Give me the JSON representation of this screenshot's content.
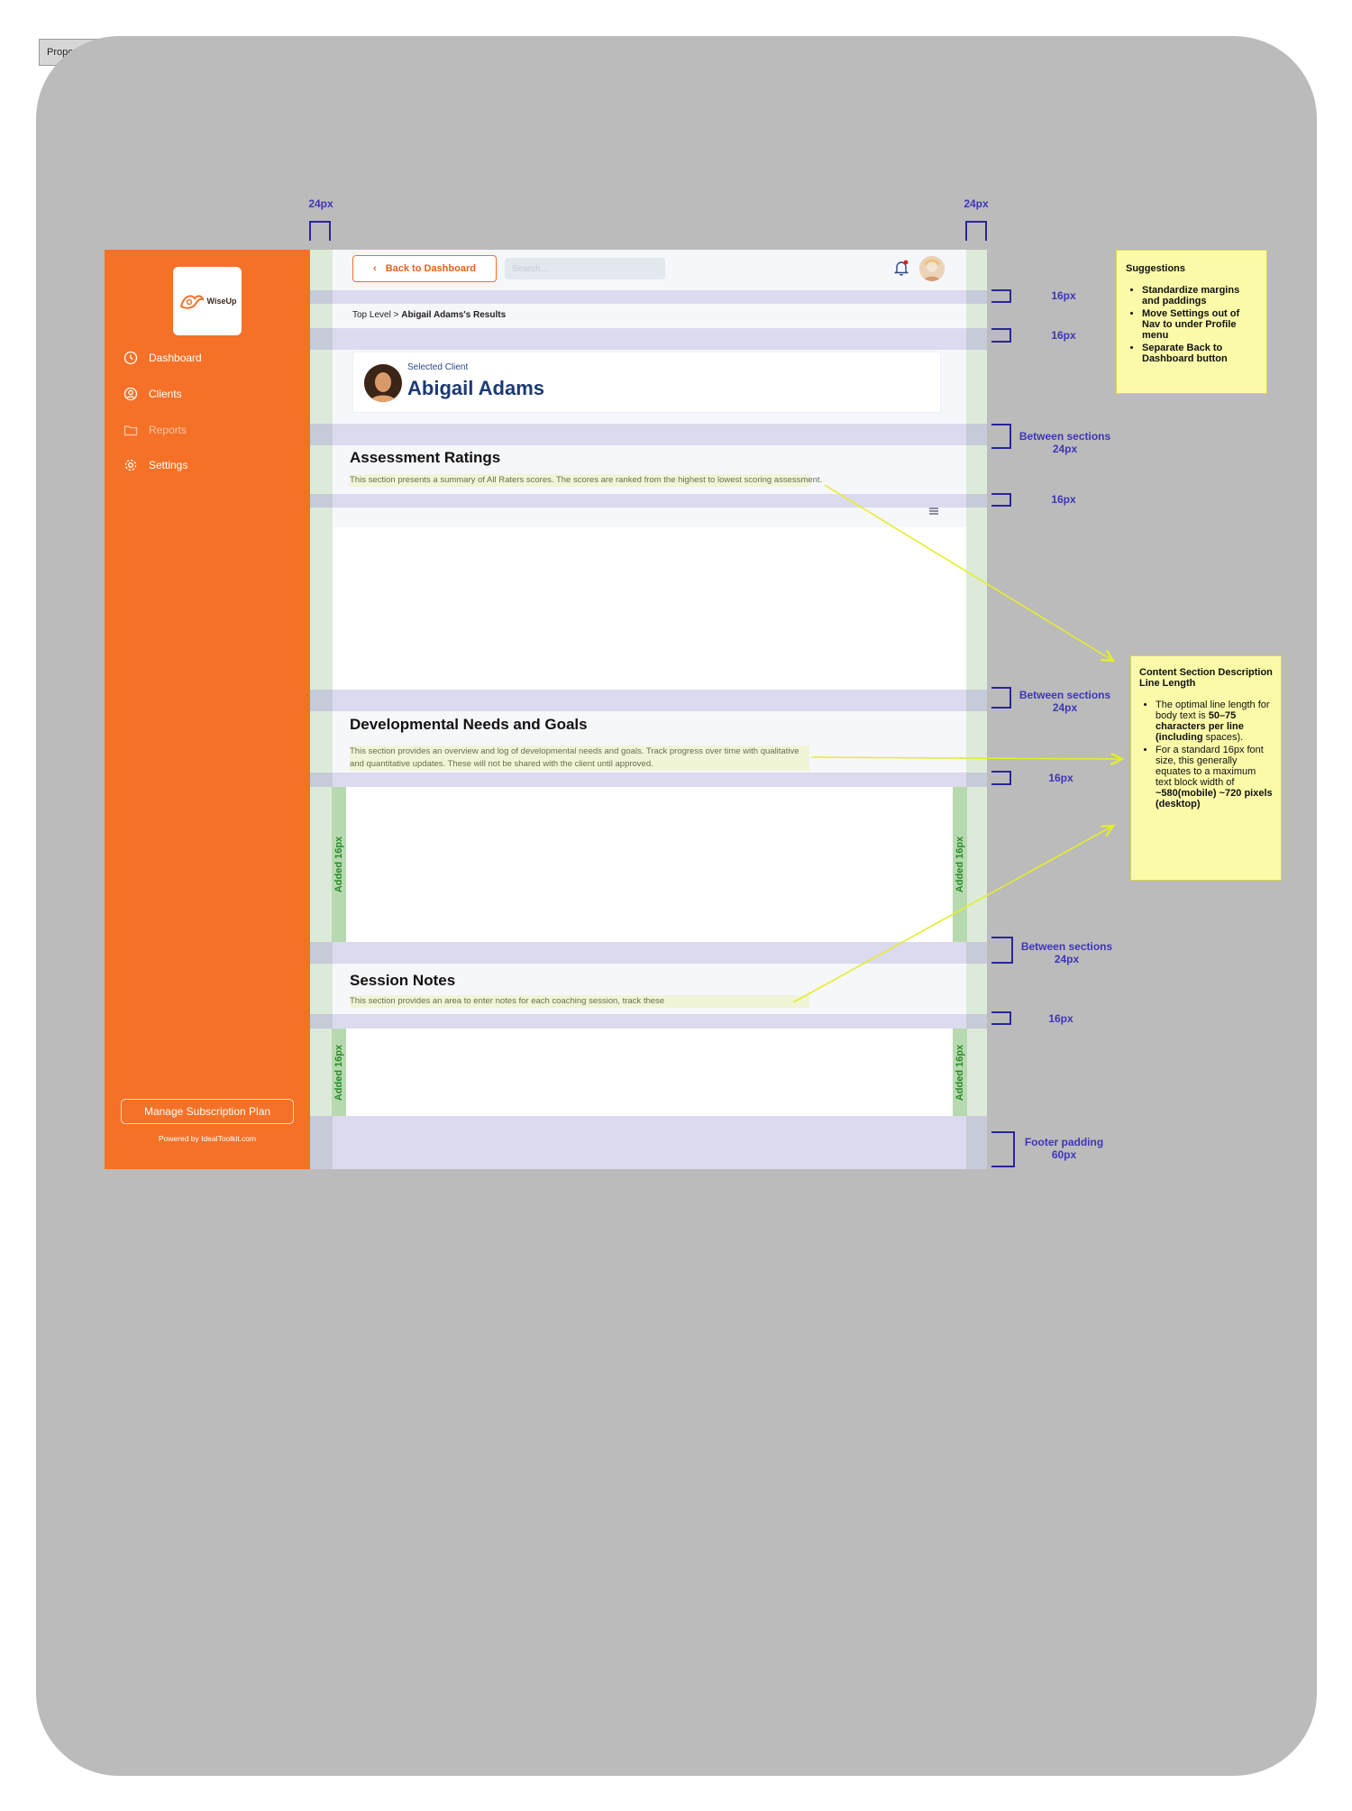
{
  "frame_label": "Proposed Design Specs",
  "sidebar": {
    "logo_text": "WiseUp",
    "items": [
      {
        "label": "Dashboard",
        "icon": "clock-icon"
      },
      {
        "label": "Clients",
        "icon": "user-circle-icon"
      },
      {
        "label": "Reports",
        "icon": "folder-icon"
      },
      {
        "label": "Settings",
        "icon": "gear-icon"
      }
    ],
    "manage_label": "Manage Subscription Plan",
    "powered_by": "Powered by IdealToolkit.com"
  },
  "topbar": {
    "back_label": "Back to Dashboard",
    "search_placeholder": "Search..."
  },
  "breadcrumb": {
    "root": "Top Level",
    "separator": ">",
    "current": "Abigail Adams's Results"
  },
  "client": {
    "label": "Selected Client",
    "name": "Abigail Adams"
  },
  "sections": [
    {
      "title": "Assessment Ratings",
      "desc": "This section presents a summary of All Raters scores. The scores are ranked from the highest to lowest scoring assessment."
    },
    {
      "title": "Developmental Needs and Goals",
      "desc": "This section provides an overview and log of developmental needs and goals.  Track progress over time with qualitative and quantitative updates.  These will not be shared with the client until approved."
    },
    {
      "title": "Session Notes",
      "desc": "This section provides an area to enter notes for each coaching session, track these"
    }
  ],
  "added_label": "Added 16px",
  "specs": {
    "side_margin": "24px",
    "gap_16": "16px",
    "between_sections_line1": "Between sections",
    "between_sections_line2": "24px",
    "footer_line1": "Footer padding",
    "footer_line2": "60px"
  },
  "notes": {
    "suggestions": {
      "title": "Suggestions",
      "items": [
        "Standardize margins and paddings",
        "Move Settings out of Nav to under Profile menu",
        "Separate Back to Dashboard button"
      ]
    },
    "line_length": {
      "title": "Content Section Description Line Length",
      "item1_pre": "The optimal line length for body text is ",
      "item1_bold": "50–75 characters per line (including",
      "item1_post": " spaces).",
      "item2_pre": "For a standard 16px font size, this generally equates to a maximum text block width of ",
      "item2_bold": "~580(mobile) ~720 pixels (desktop)"
    }
  },
  "colors": {
    "brand_orange": "#f47127",
    "client_name": "#1c3a73",
    "spec_annotation": "#3f35b8",
    "note_yellow": "#fafaa9",
    "arrow_yellow": "#e3ee2b"
  }
}
